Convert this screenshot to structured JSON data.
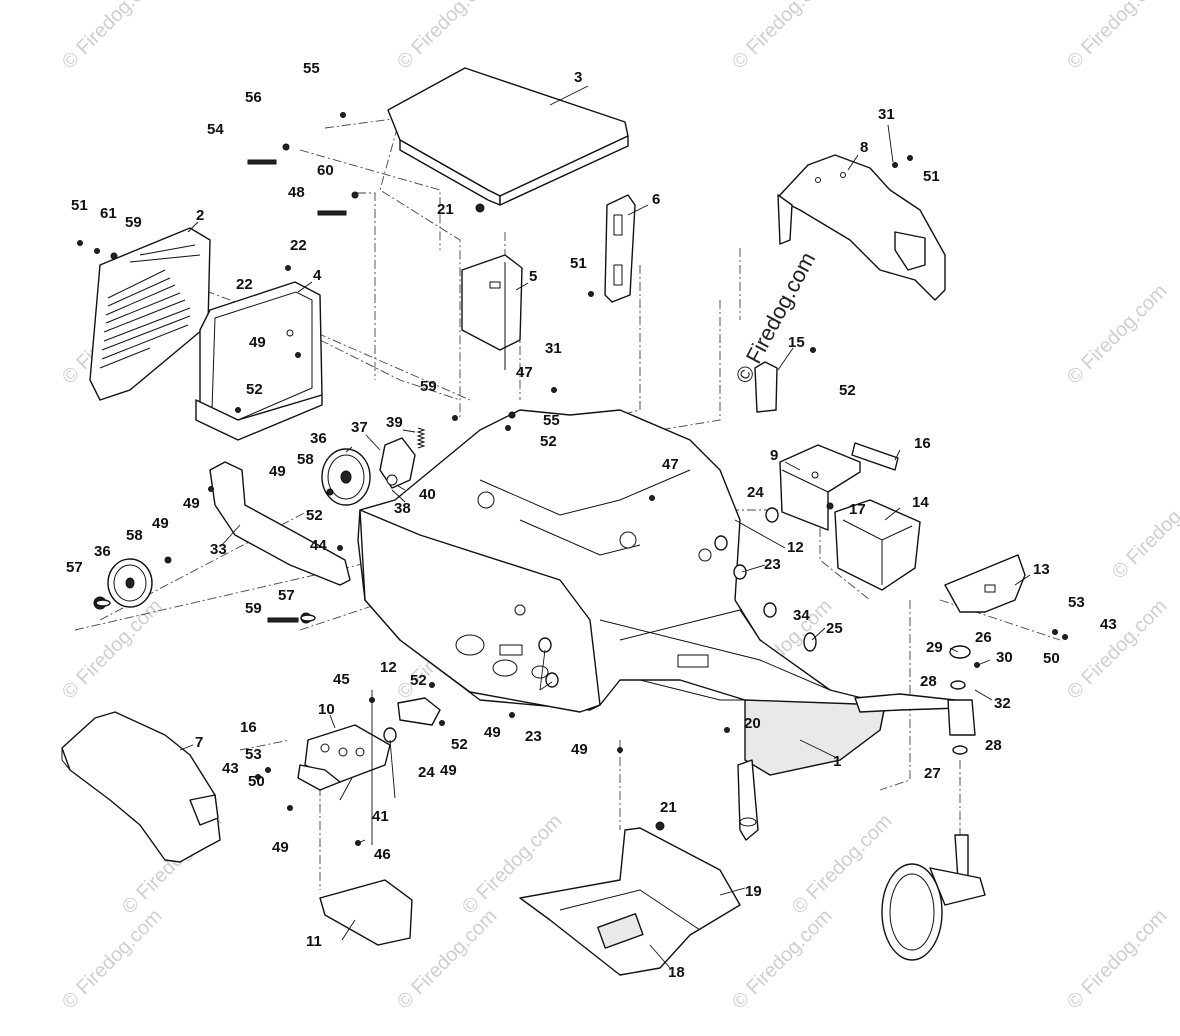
{
  "watermark": {
    "tile_text": "© Firedog.com",
    "main_text": "© Firedog.com"
  },
  "callouts": {
    "c1": "1",
    "c2": "2",
    "c3": "3",
    "c4": "4",
    "c5": "5",
    "c6": "6",
    "c7": "7",
    "c8": "8",
    "c9": "9",
    "c10": "10",
    "c11": "11",
    "c12a": "12",
    "c12b": "12",
    "c13": "13",
    "c14": "14",
    "c15": "15",
    "c16a": "16",
    "c16b": "16",
    "c17": "17",
    "c18": "18",
    "c19": "19",
    "c20": "20",
    "c21a": "21",
    "c21b": "21",
    "c22a": "22",
    "c22b": "22",
    "c23a": "23",
    "c23b": "23",
    "c24a": "24",
    "c24b": "24",
    "c25": "25",
    "c26": "26",
    "c27": "27",
    "c28a": "28",
    "c28b": "28",
    "c29": "29",
    "c30": "30",
    "c31a": "31",
    "c31b": "31",
    "c32": "32",
    "c33": "33",
    "c34": "34",
    "c36a": "36",
    "c36b": "36",
    "c37": "37",
    "c38": "38",
    "c39": "39",
    "c40": "40",
    "c41": "41",
    "c43a": "43",
    "c43b": "43",
    "c44": "44",
    "c45": "45",
    "c46": "46",
    "c47a": "47",
    "c47b": "47",
    "c48": "48",
    "c49a": "49",
    "c49b": "49",
    "c49c": "49",
    "c49d": "49",
    "c49e": "49",
    "c49f": "49",
    "c49g": "49",
    "c49h": "49",
    "c50a": "50",
    "c50b": "50",
    "c51a": "51",
    "c51b": "51",
    "c51c": "51",
    "c52a": "52",
    "c52b": "52",
    "c52c": "52",
    "c52d": "52",
    "c52e": "52",
    "c52f": "52",
    "c53a": "53",
    "c53b": "53",
    "c54": "54",
    "c55a": "55",
    "c55b": "55",
    "c56": "56",
    "c57a": "57",
    "c57b": "57",
    "c58a": "58",
    "c58b": "58",
    "c59a": "59",
    "c59b": "59",
    "c59c": "59",
    "c60": "60",
    "c61": "61"
  }
}
